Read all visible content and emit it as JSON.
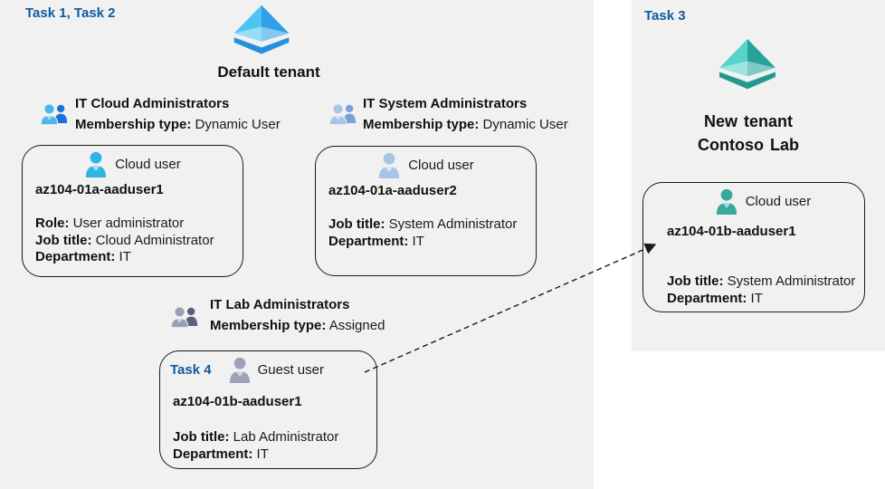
{
  "colors": {
    "task_label_blue": "#0f5b9d",
    "panel_background": "#f1f1f1",
    "card_border": "#1a1a1a",
    "tenant_icon_blue": "#2f9fe8",
    "tenant_icon_teal": "#27a399",
    "cloud_user_cyan": "#30b4e4",
    "cloud_user_steel": "#a6c4e6",
    "guest_user_gray": "#9da2b6",
    "cloud_user_teal": "#39a89e"
  },
  "default_tenant": {
    "task_label": "Task 1, Task 2",
    "name": "Default tenant",
    "groups": {
      "cloud": {
        "name": "IT Cloud Administrators",
        "membership_label": "Membership type:",
        "membership_value": "Dynamic User"
      },
      "system": {
        "name": "IT System Administrators",
        "membership_label": "Membership type:",
        "membership_value": "Dynamic User"
      },
      "lab": {
        "name": "IT Lab Administrators",
        "membership_label": "Membership type:",
        "membership_value": "Assigned"
      }
    },
    "users": {
      "aaduser1": {
        "type_label": "Cloud user",
        "name": "az104-01a-aaduser1",
        "role_label": "Role:",
        "role_value": "User administrator",
        "job_label": "Job title:",
        "job_value": "Cloud Administrator",
        "dept_label": "Department:",
        "dept_value": "IT"
      },
      "aaduser2": {
        "type_label": "Cloud user",
        "name": "az104-01a-aaduser2",
        "job_label": "Job title:",
        "job_value": "System Administrator",
        "dept_label": "Department:",
        "dept_value": "IT"
      },
      "guest": {
        "task_label": "Task 4",
        "type_label": "Guest user",
        "name": "az104-01b-aaduser1",
        "job_label": "Job title:",
        "job_value": "Lab Administrator",
        "dept_label": "Department:",
        "dept_value": "IT"
      }
    }
  },
  "new_tenant": {
    "task_label": "Task 3",
    "name_line1": "New tenant",
    "name_line2": "Contoso Lab",
    "user": {
      "type_label": "Cloud user",
      "name": "az104-01b-aaduser1",
      "job_label": "Job title:",
      "job_value": "System Administrator",
      "dept_label": "Department:",
      "dept_value": "IT"
    }
  }
}
